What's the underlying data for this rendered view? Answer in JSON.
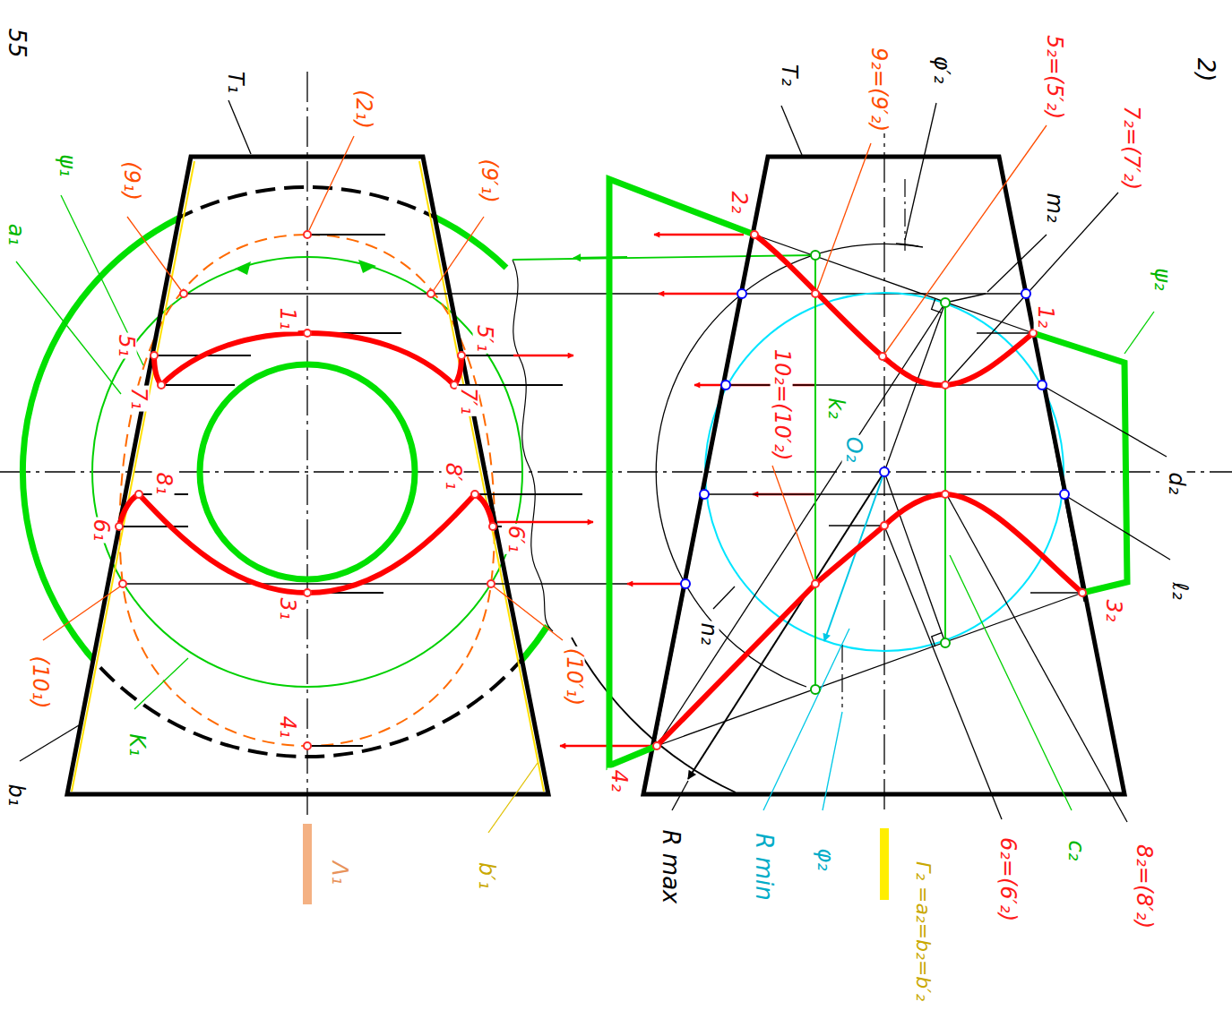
{
  "diagram": {
    "labels": [
      "55",
      "2)",
      "T₁",
      "(2₁)",
      "(9₁)",
      "(9′₁)",
      "ψ₁",
      "a₁",
      "5₁",
      "5′₁",
      "1₁",
      "7₁",
      "7′₁",
      "8₁",
      "8′₁",
      "6₁",
      "6′₁",
      "3₁",
      "4₁",
      "(10₁)",
      "(10′₁)",
      "K₁",
      "b₁",
      "b′₁",
      "Λ₁",
      "T₂",
      "2₂",
      "9₂=(9′₂)",
      "φ′₂",
      "5₂=(5′₂)",
      "7₂=(7′₂)",
      "m₂",
      "ψ₂",
      "1₂",
      "10₂=(10′₂)",
      "k₂",
      "O₂",
      "d₂",
      "ℓ₂",
      "n₂",
      "3₂",
      "4₂",
      "R max",
      "R min",
      "φ₂",
      "Γ₂ =a₂=b₂=b′₂",
      "6₂=(6′₂)",
      "c₂",
      "8₂=(8′₂)"
    ]
  }
}
